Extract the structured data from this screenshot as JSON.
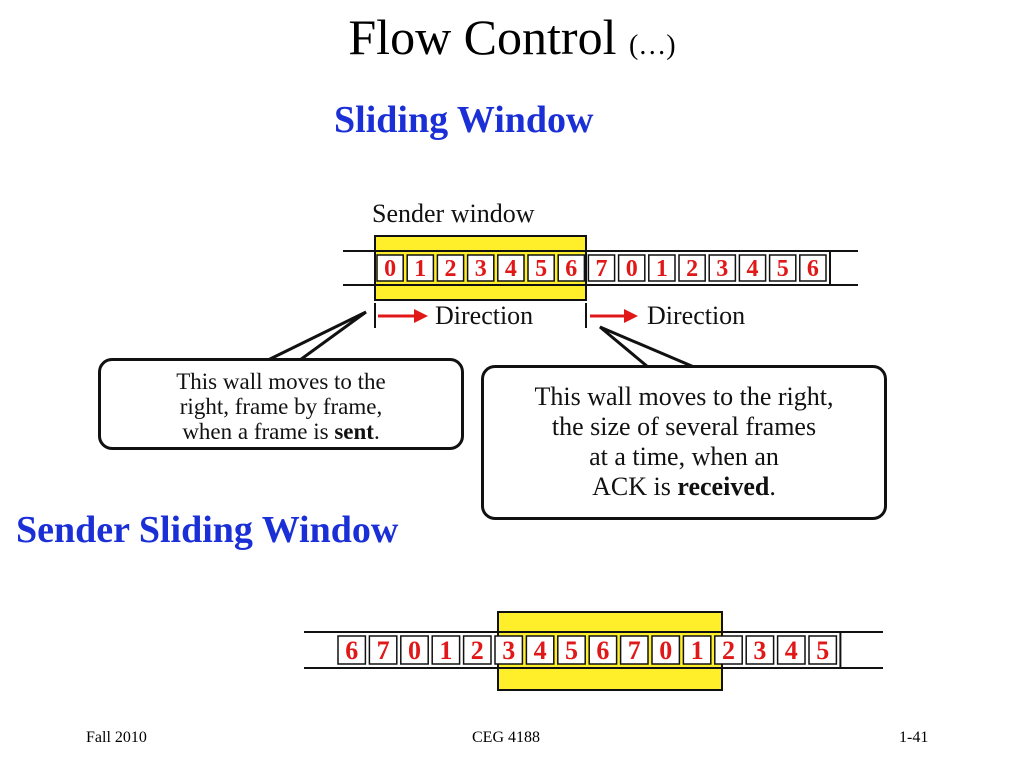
{
  "title": {
    "main": "Flow Control",
    "suffix": "(…)"
  },
  "subtitle_top": "Sliding Window",
  "subtitle_bottom": "Sender Sliding Window",
  "diagram_top": {
    "window_label": "Sender window",
    "frames": [
      "0",
      "1",
      "2",
      "3",
      "4",
      "5",
      "6",
      "7",
      "0",
      "1",
      "2",
      "3",
      "4",
      "5",
      "6"
    ],
    "direction_left": "Direction",
    "direction_right": "Direction",
    "callout_left": {
      "line1": "This wall moves to the",
      "line2": "right, frame by frame,",
      "line3_prefix": "when a frame is ",
      "line3_bold": "sent",
      "line3_suffix": "."
    },
    "callout_right": {
      "line1": "This wall moves to the right,",
      "line2": "the size of several frames",
      "line3": "at a time, when an",
      "line4_prefix": "ACK is ",
      "line4_bold": "received",
      "line4_suffix": "."
    }
  },
  "diagram_bottom": {
    "frames": [
      "6",
      "7",
      "0",
      "1",
      "2",
      "3",
      "4",
      "5",
      "6",
      "7",
      "0",
      "1",
      "2",
      "3",
      "4",
      "5"
    ]
  },
  "footer": {
    "left": "Fall 2010",
    "center": "CEG 4188",
    "right": "1-41"
  },
  "colors": {
    "heading_blue": "#1a2fd6",
    "frame_red": "#e01818",
    "window_yellow": "#ffef2a"
  }
}
